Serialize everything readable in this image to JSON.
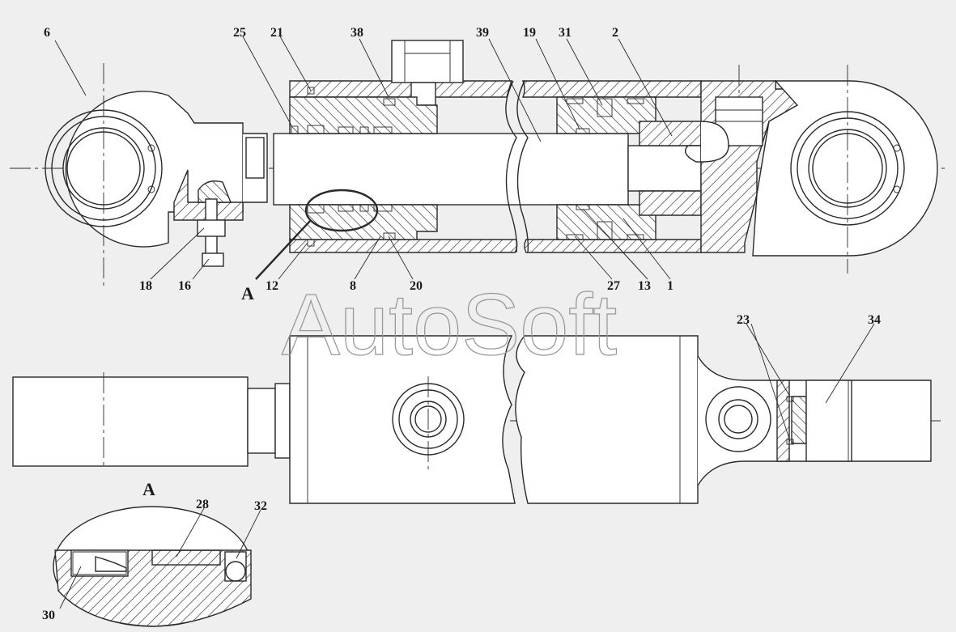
{
  "watermark": "AutoSoft",
  "callouts": {
    "c6": "6",
    "c25": "25",
    "c21": "21",
    "c38": "38",
    "c39": "39",
    "c19": "19",
    "c31": "31",
    "c2": "2",
    "c18": "18",
    "c16": "16",
    "c12": "12",
    "c8": "8",
    "c20": "20",
    "c27": "27",
    "c13": "13",
    "c1": "1",
    "c23": "23",
    "c34": "34",
    "c28": "28",
    "c32": "32",
    "c30": "30"
  },
  "view_labels": {
    "a_pointer": "A",
    "a_detail": "A"
  }
}
